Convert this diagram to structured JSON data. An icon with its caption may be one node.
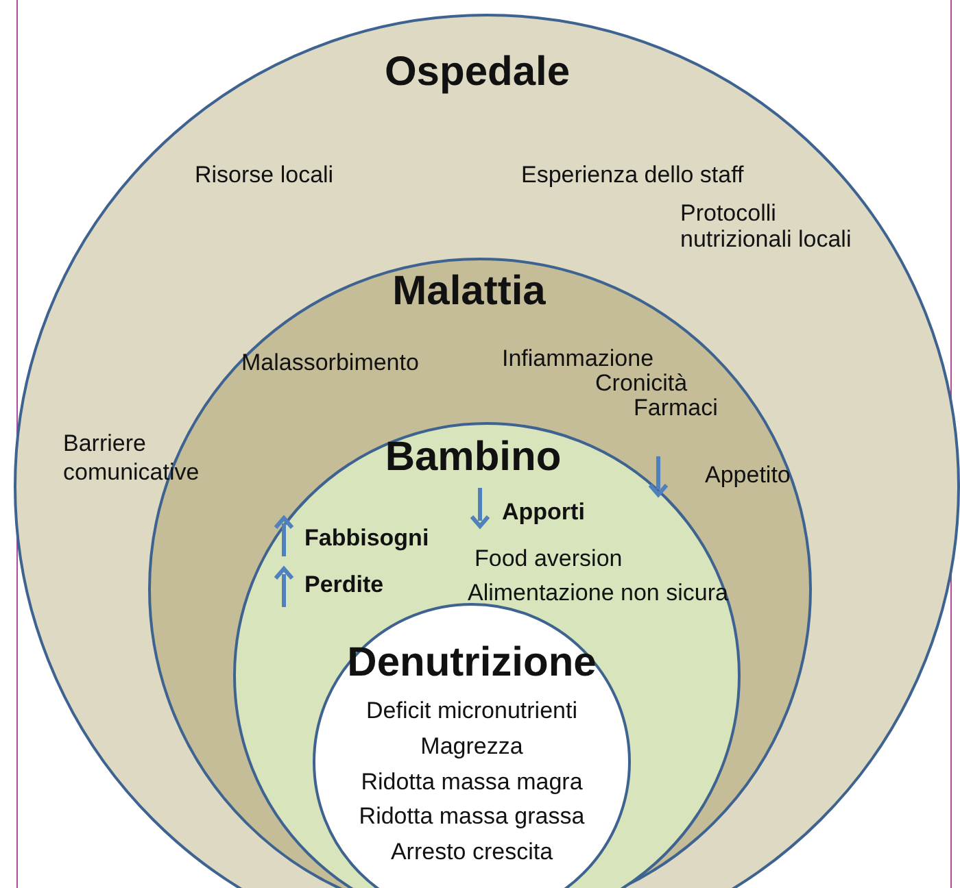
{
  "diagram": {
    "nodes": [
      {
        "text": [
          "Ospedale",
          "Risorse locali",
          "Esperienza dello staff",
          "Protocolli nutrizionali locali",
          "Barriere comunicative"
        ]
      },
      {
        "text": [
          "Malattia",
          "Malassorbimento",
          "Infiammazione",
          "Cronicità",
          "Farmaci",
          "Appetito"
        ],
        "in": 0
      },
      {
        "text": [
          "Bambino",
          "Fabbisogni",
          "Perdite",
          "Apporti",
          "Food aversion",
          "Alimentazione non sicura"
        ],
        "in": 1
      },
      {
        "text": [
          "Denutrizione",
          "Deficit micronutrienti",
          "Magrezza",
          "Ridotta massa magra",
          "Ridotta massa grassa",
          "Arresto crescita"
        ],
        "in": 2
      }
    ],
    "edges": []
  }
}
